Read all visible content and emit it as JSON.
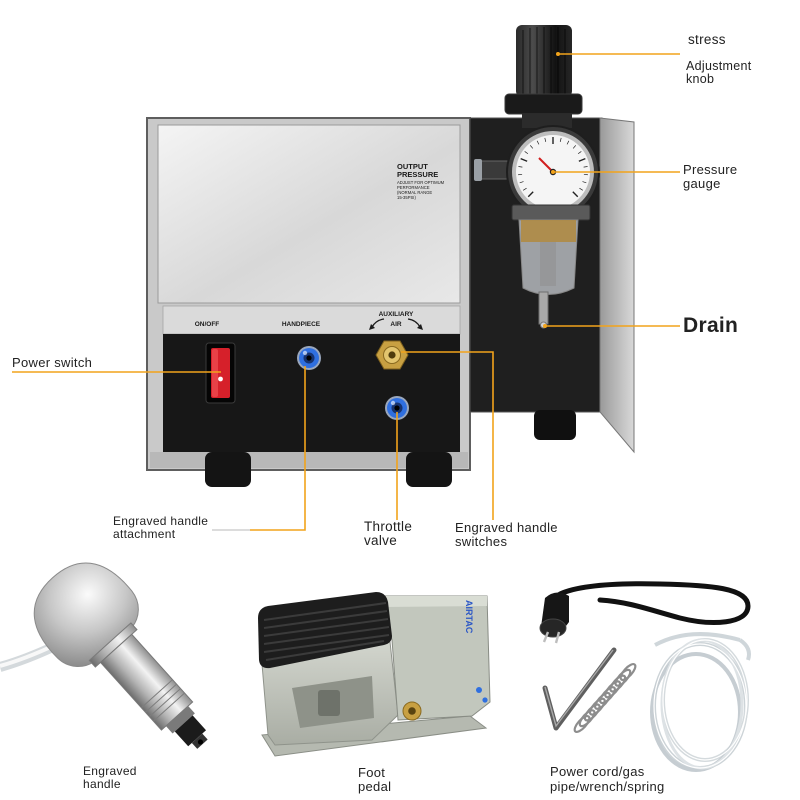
{
  "callouts": {
    "stress": "stress",
    "adjustment_knob": [
      "Adjustment",
      "knob"
    ],
    "pressure_gauge": [
      "Pressure",
      "gauge"
    ],
    "drain": "Drain",
    "power_switch": "Power switch",
    "handle_attachment": [
      "Engraved handle",
      "attachment"
    ],
    "throttle_valve": [
      "Throttle",
      "valve"
    ],
    "handle_switches": [
      "Engraved handle",
      "switches"
    ]
  },
  "accessories": {
    "engraved_handle": [
      "Engraved",
      "handle"
    ],
    "foot_pedal": [
      "Foot",
      "pedal"
    ],
    "power_cord": [
      "Power cord/gas",
      "pipe/wrench/spring"
    ]
  },
  "panel": {
    "output_pressure": [
      "OUTPUT",
      "PRESSURE"
    ],
    "fine_print": [
      "ADJUST FOR OPTIMUM",
      "PERFORMANCE",
      "(NORMAL RANGE",
      "15-35PSI)"
    ],
    "on_off": "ON/OFF",
    "handpiece": "HANDPIECE",
    "auxiliary_air": [
      "AUXILIARY",
      "AIR"
    ]
  },
  "pedal_brand": "AIRTAC",
  "icons": [
    "curved-arrow-left-icon",
    "curved-arrow-right-icon"
  ],
  "colors": {
    "leader_line": "#f2a31b",
    "connector_blue": "#2f6fe0",
    "switch_red": "#d6202a",
    "brass": "#c8a042",
    "label_text": "#222222",
    "brand_blue": "#2a56c6"
  }
}
